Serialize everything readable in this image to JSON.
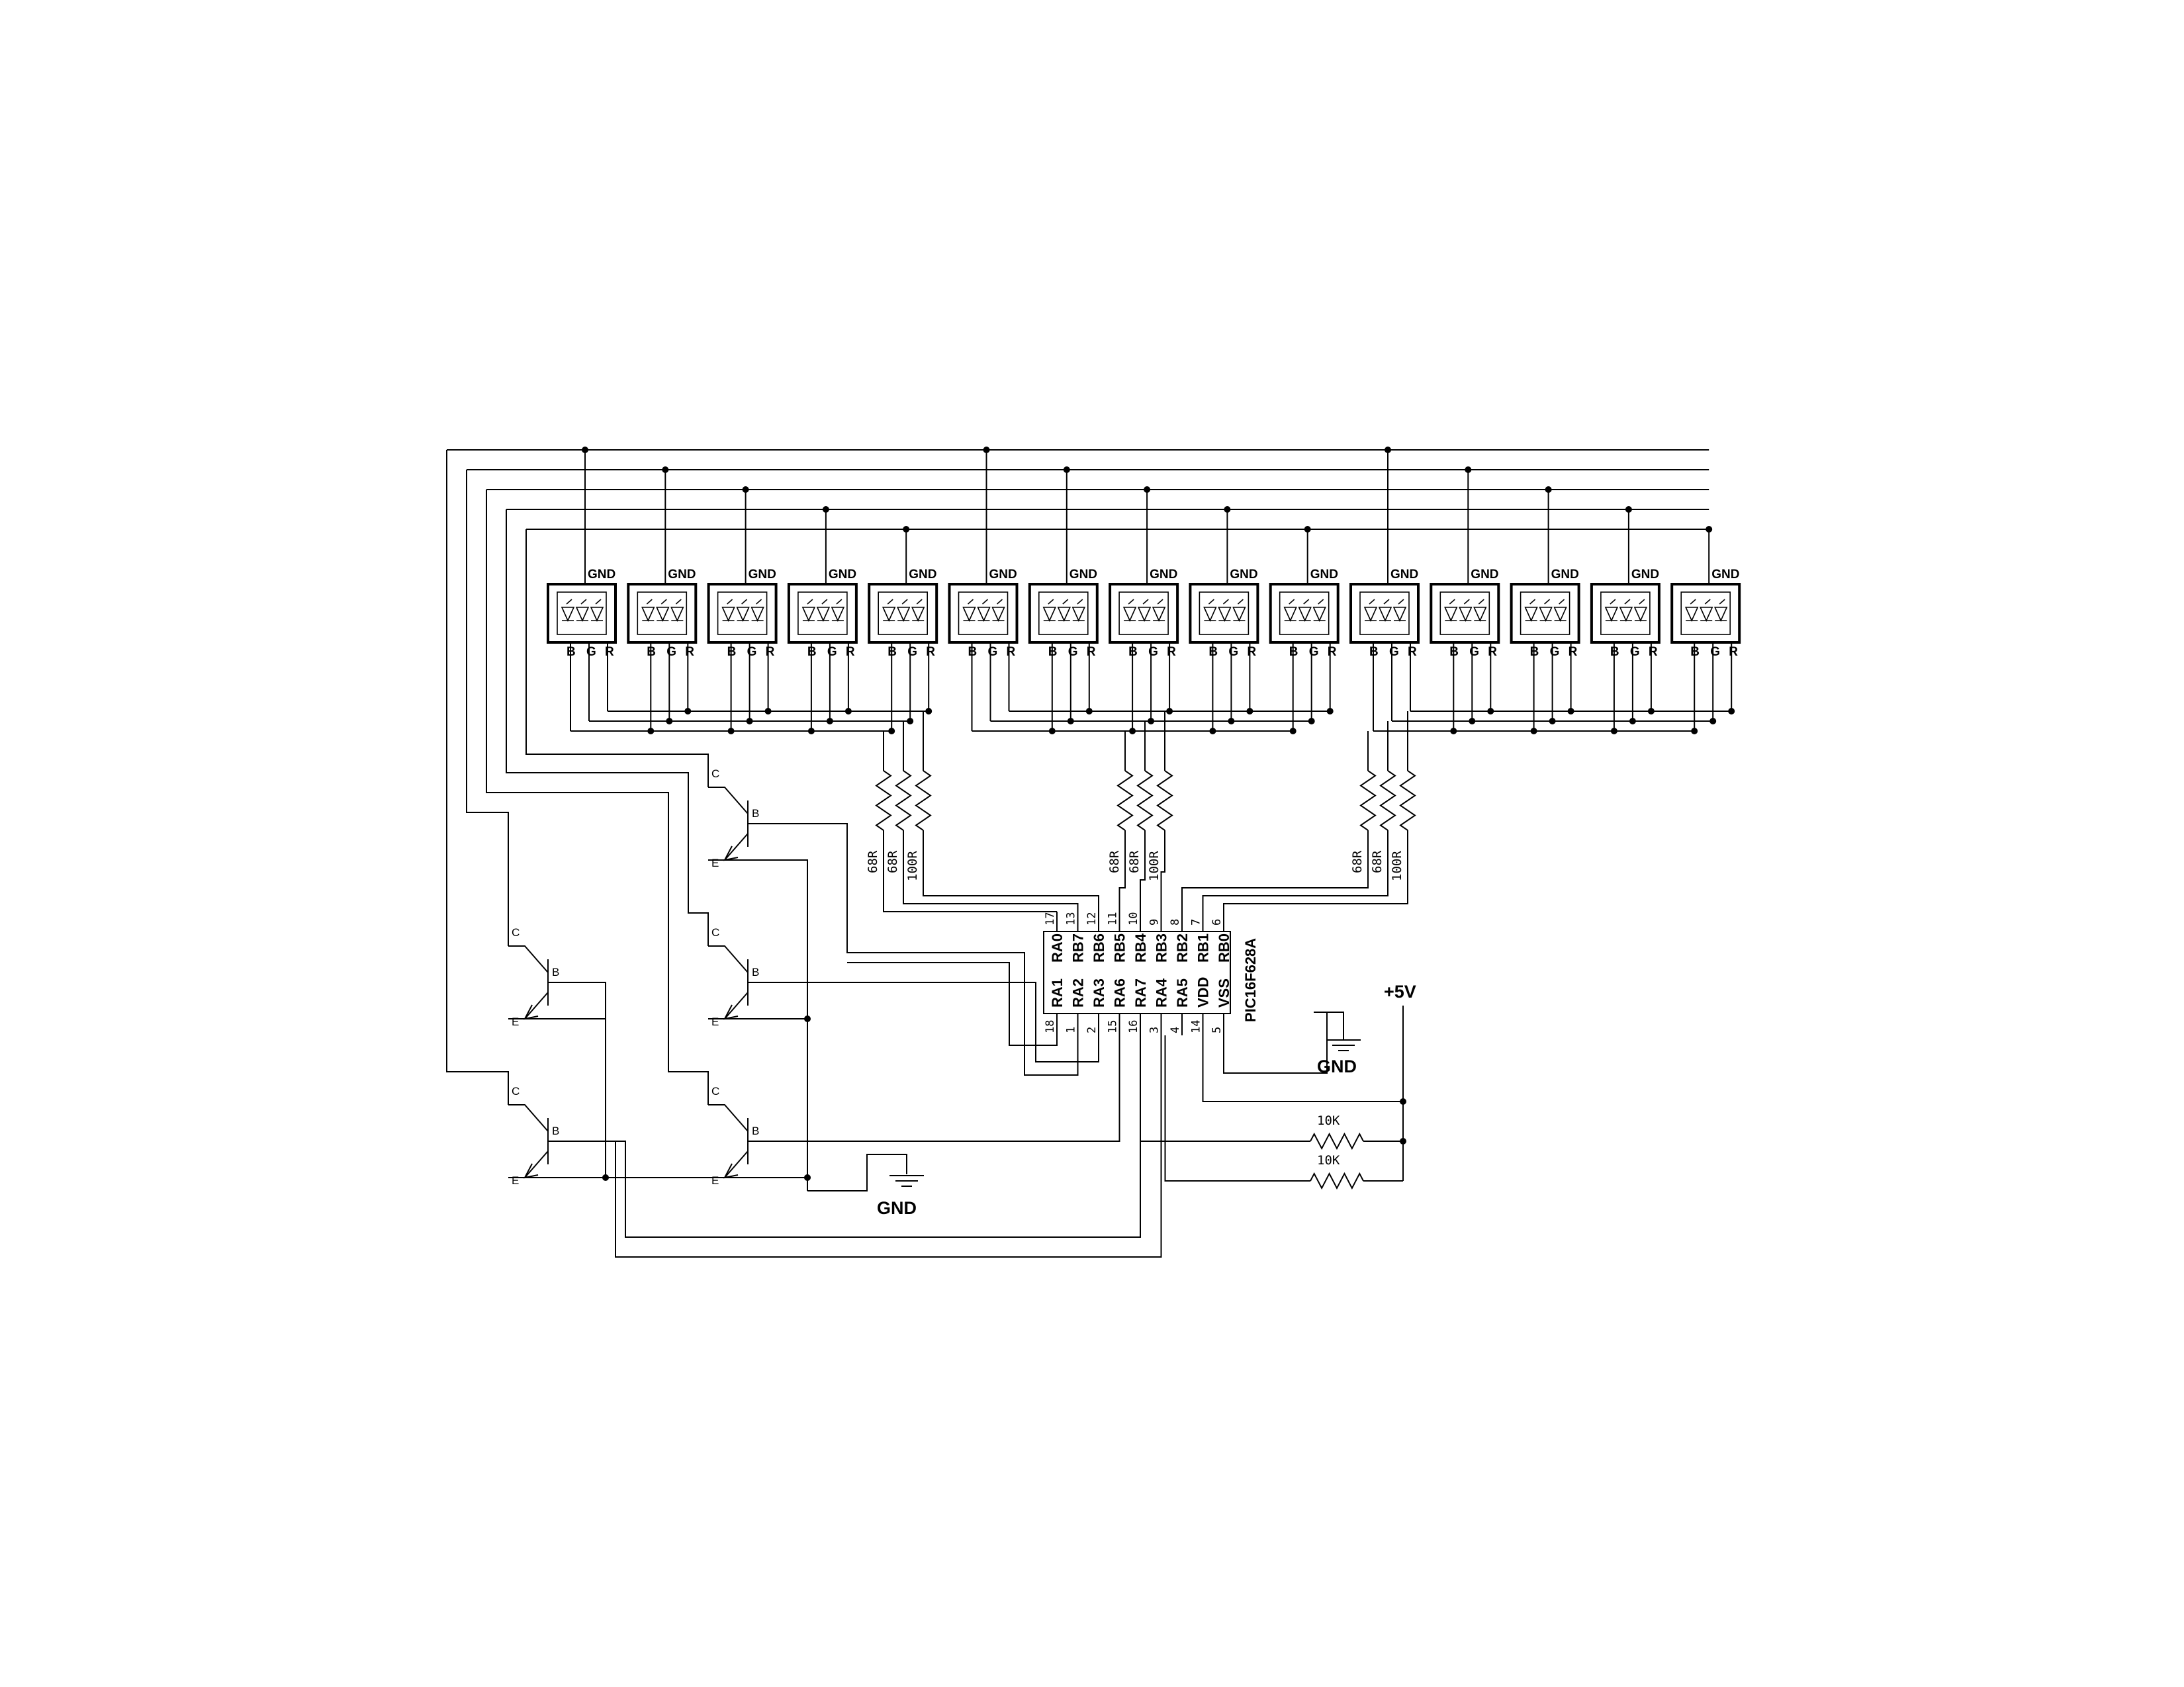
{
  "schematic": {
    "led_labels": {
      "gnd": "GND",
      "blue": "B",
      "green": "G",
      "red": "R"
    },
    "led_count": 15,
    "mcu": {
      "part": "PIC16F628A",
      "top_pins": [
        {
          "num": "17",
          "name": "RA0"
        },
        {
          "num": "13",
          "name": "RB7"
        },
        {
          "num": "12",
          "name": "RB6"
        },
        {
          "num": "11",
          "name": "RB5"
        },
        {
          "num": "10",
          "name": "RB4"
        },
        {
          "num": "9",
          "name": "RB3"
        },
        {
          "num": "8",
          "name": "RB2"
        },
        {
          "num": "7",
          "name": "RB1"
        },
        {
          "num": "6",
          "name": "RB0"
        }
      ],
      "bottom_pins": [
        {
          "num": "18",
          "name": "RA1"
        },
        {
          "num": "1",
          "name": "RA2"
        },
        {
          "num": "2",
          "name": "RA3"
        },
        {
          "num": "15",
          "name": "RA6"
        },
        {
          "num": "16",
          "name": "RA7"
        },
        {
          "num": "3",
          "name": "RA4"
        },
        {
          "num": "4",
          "name": "RA5"
        },
        {
          "num": "14",
          "name": "VDD"
        },
        {
          "num": "5",
          "name": "VSS"
        }
      ]
    },
    "resistors": {
      "group_values": [
        "68R",
        "68R",
        "100R"
      ],
      "pullup_values": [
        "10K",
        "10K"
      ]
    },
    "transistor_labels": {
      "collector": "C",
      "base": "B",
      "emitter": "E"
    },
    "power": {
      "vcc": "+5V",
      "ground": "GND"
    }
  }
}
